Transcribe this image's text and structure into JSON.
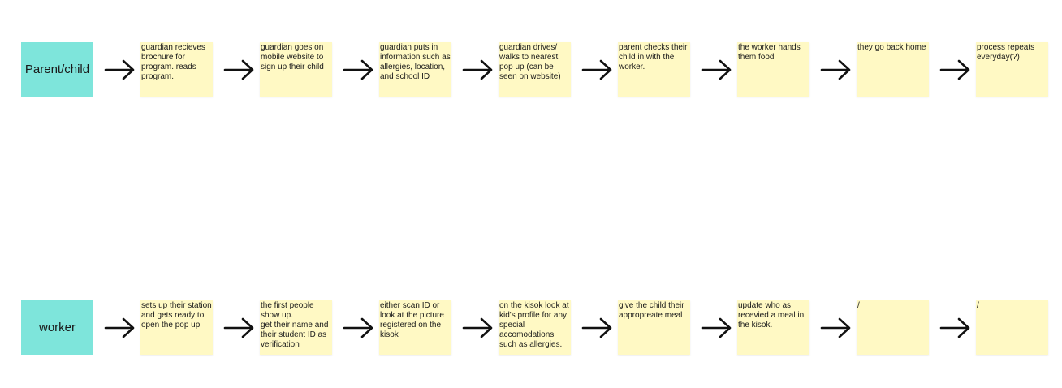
{
  "rows": [
    {
      "label": "Parent/child",
      "notes": [
        "guardian recieves brochure for program. reads program.",
        "guardian goes on mobile website to sign up their child",
        "guardian puts in information such as allergies, location, and school ID",
        "guardian drives/ walks to nearest pop up (can be seen on website)",
        "parent checks their child in with the worker.",
        "the worker hands them food",
        "they go back home",
        "process repeats everyday(?)"
      ]
    },
    {
      "label": "worker",
      "notes": [
        "sets up their station and gets ready to open the pop up",
        "the first people show up.\nget their name and their student ID as verification",
        "either scan ID or look at the picture registered on the kisok",
        "on the kisok look at kid's profile for any special accomodations such as allergies.",
        "give the child their appropreate meal",
        "update who as recevied a meal in the kisok.",
        "/",
        "/"
      ]
    }
  ],
  "colors": {
    "label_bg": "#7ee5db",
    "note_bg": "#fff9c4",
    "arrow": "#111111"
  },
  "icons": {
    "arrow": "arrow-right-icon"
  }
}
